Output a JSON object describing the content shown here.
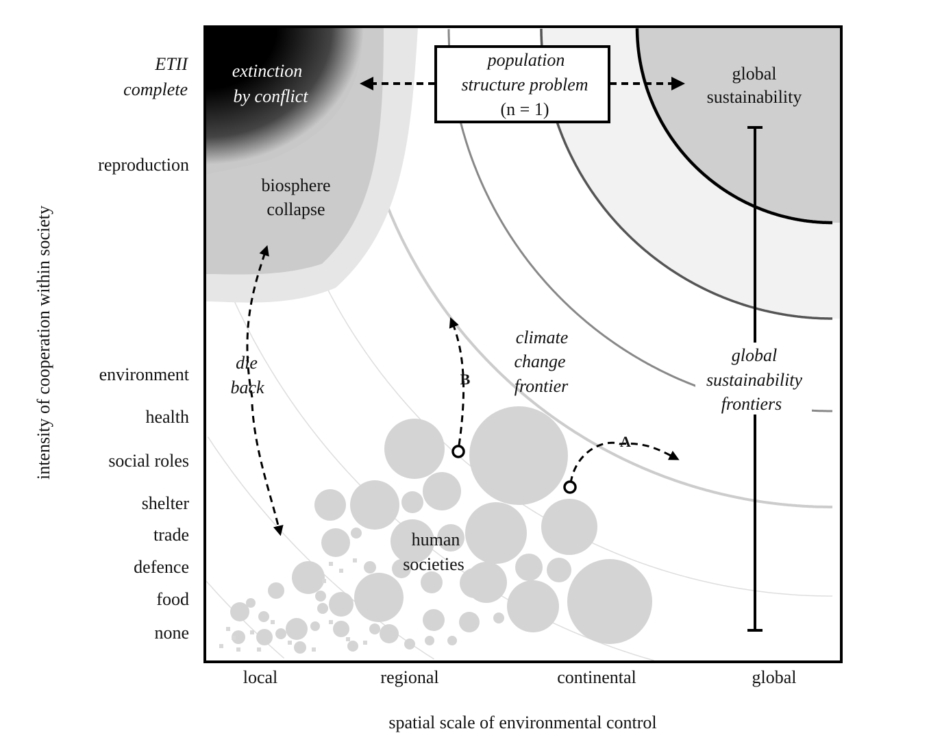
{
  "y_axis": {
    "title": "intensity of cooperation within society",
    "ticks": [
      "ETII",
      "complete",
      "reproduction",
      "environment",
      "health",
      "social roles",
      "shelter",
      "trade",
      "defence",
      "food",
      "none"
    ]
  },
  "x_axis": {
    "title": "spatial scale of environmental control",
    "ticks": [
      "local",
      "regional",
      "continental",
      "global"
    ]
  },
  "regions": {
    "extinction": [
      "extinction",
      "by conflict"
    ],
    "biosphere": [
      "biosphere",
      "collapse"
    ],
    "global_sustainability": [
      "global",
      "sustainability"
    ],
    "human_societies": [
      "human",
      "societies"
    ]
  },
  "box": {
    "line1": "population",
    "line2": "structure problem",
    "line3": "(n = 1)"
  },
  "annotations": {
    "die_back": [
      "die",
      "back"
    ],
    "climate": [
      "climate",
      "change",
      "frontier"
    ],
    "frontiers": [
      "global",
      "sustainability",
      "frontiers"
    ],
    "path_a": "A",
    "path_b": "B"
  }
}
